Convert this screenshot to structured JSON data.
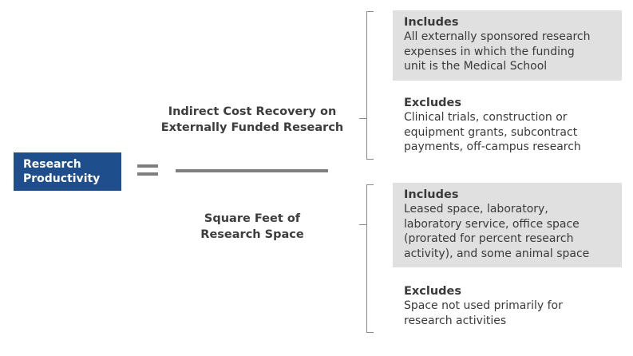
{
  "term": {
    "line1": "Research",
    "line2": "Productivity"
  },
  "numerator": {
    "line1": "Indirect Cost Recovery on",
    "line2": "Externally Funded Research"
  },
  "denominator": {
    "line1": "Square Feet of",
    "line2": "Research Space"
  },
  "numerator_details": {
    "includes": {
      "heading": "Includes",
      "lines": [
        "All externally sponsored research",
        "expenses in which the funding",
        "unit is the Medical School"
      ]
    },
    "excludes": {
      "heading": "Excludes",
      "lines": [
        "Clinical trials, construction or",
        "equipment grants, subcontract",
        "payments, off-campus research"
      ]
    }
  },
  "denominator_details": {
    "includes": {
      "heading": "Includes",
      "lines": [
        "Leased space, laboratory,",
        "laboratory service, office space",
        "(prorated for percent research",
        "activity), and some animal space"
      ]
    },
    "excludes": {
      "heading": "Excludes",
      "lines": [
        "Space not used primarily for",
        "research activities"
      ]
    }
  },
  "colors": {
    "term_box": "#1e4f8c",
    "shaded_panel": "#e0e0e0",
    "rule": "#7f7f7f"
  }
}
